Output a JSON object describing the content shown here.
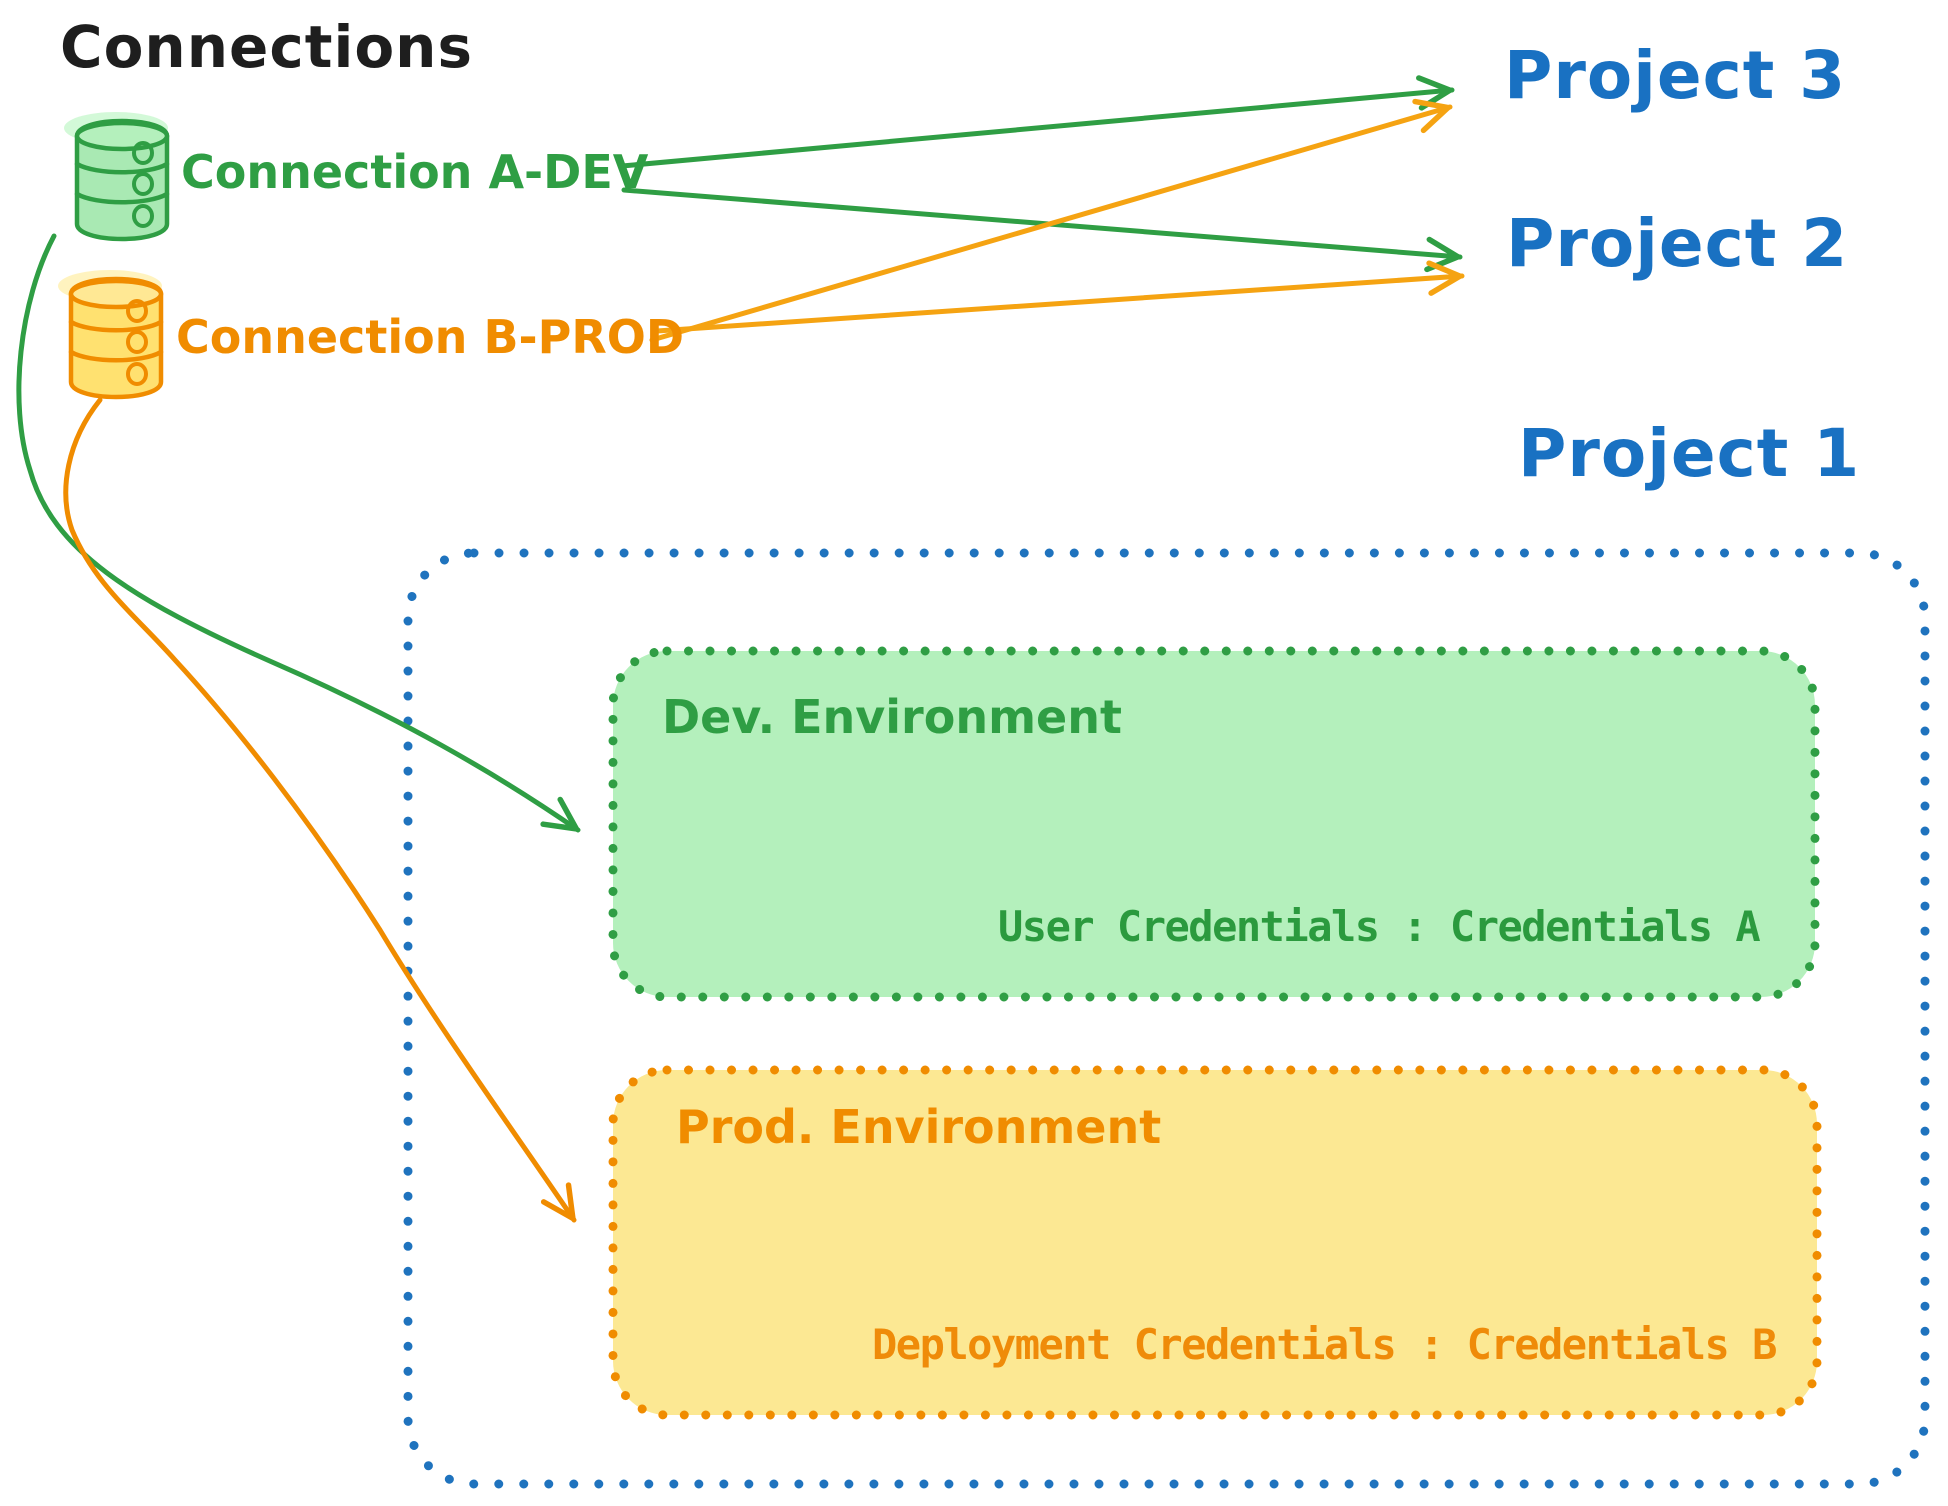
{
  "title": "Connections",
  "colors": {
    "black": "#1e1e1e",
    "green_stroke": "#2f9e44",
    "green_fill": "#b4f0bc",
    "green_cylinder_fill": "#a9e9b3",
    "orange_stroke": "#f08c00",
    "orange_arrow": "#f5a312",
    "orange_fill": "#fce893",
    "orange_cylinder_fill": "#ffe170",
    "blue": "#1971c2",
    "background": "#ffffff"
  },
  "connections": [
    {
      "id": "a-dev",
      "label": "Connection A-DEV",
      "icon": "database-icon-green",
      "color": "#2f9e44"
    },
    {
      "id": "b-prod",
      "label": "Connection B-PROD",
      "icon": "database-icon-orange",
      "color": "#f08c00"
    }
  ],
  "projects": [
    {
      "label": "Project 3"
    },
    {
      "label": "Project 2"
    },
    {
      "label": "Project 1"
    }
  ],
  "environments": [
    {
      "title": "Dev. Environment",
      "credential_line": "User Credentials : Credentials A",
      "parent": "Project 1"
    },
    {
      "title": "Prod. Environment",
      "credential_line": "Deployment Credentials : Credentials B",
      "parent": "Project 1"
    }
  ],
  "edges": [
    {
      "from": "Connection A-DEV",
      "to": "Project 3",
      "style": "straight",
      "color": "#2f9e44"
    },
    {
      "from": "Connection A-DEV",
      "to": "Project 2",
      "style": "straight",
      "color": "#2f9e44"
    },
    {
      "from": "Connection A-DEV",
      "to": "Dev. Environment",
      "style": "curved",
      "color": "#2f9e44"
    },
    {
      "from": "Connection B-PROD",
      "to": "Project 3",
      "style": "straight",
      "color": "#f5a312"
    },
    {
      "from": "Connection B-PROD",
      "to": "Project 2",
      "style": "straight",
      "color": "#f5a312"
    },
    {
      "from": "Connection B-PROD",
      "to": "Prod. Environment",
      "style": "curved",
      "color": "#f08c00"
    }
  ]
}
